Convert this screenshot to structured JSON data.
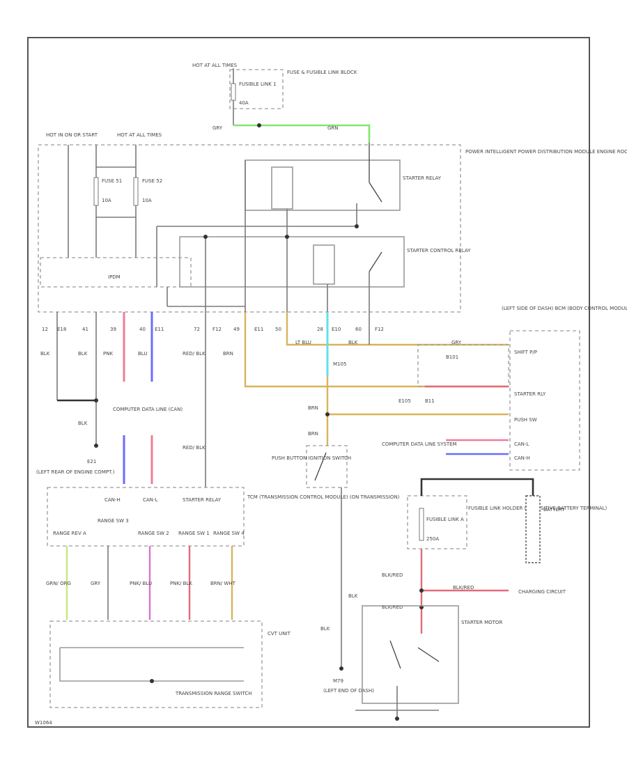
{
  "colors": {
    "grn": "#7ee86b",
    "pnk": "#f07b9a",
    "blu": "#6b6bff",
    "brn": "#d8b45a",
    "red": "#e26a7a",
    "lt_blu": "#62e0e8",
    "grn_org": "#c8e87a",
    "pnk_blu": "#d874d0",
    "blk": "#333333",
    "gry": "#aaaaaa"
  },
  "labels": {
    "hot_top": "HOT AT ALL TIMES",
    "fuse_block": "FUSE & FUSIBLE LINK BLOCK",
    "fusible_link1": "FUSIBLE LINK 1",
    "amp_40": "40A",
    "gry": "GRY",
    "grn": "GRN",
    "hot_run": "HOT IN ON OR START",
    "hot_all": "HOT AT ALL TIMES",
    "fuse51": "FUSE 51",
    "fuse52": "FUSE 52",
    "amp_10": "10A",
    "ipdm": "POWER INTELLIGENT POWER DISTRIBUTION MODULE ENGINE ROOM (IN ENGINE ROOM RELAY BOX)",
    "ipdm_short": "IPDM",
    "starter_relay": "STARTER RELAY",
    "starter_control_relay": "STARTER CONTROL RELAY",
    "c_e18": "E18",
    "c_41": "41",
    "c_39": "39",
    "c_40": "40",
    "c_e11": "E11",
    "c_72": "72",
    "c_f12": "F12",
    "c_49": "49",
    "c_e11b": "E11",
    "c_50": "50",
    "c_28": "28",
    "c_e10": "E10",
    "c_60": "60",
    "c_f12b": "F12",
    "c_12": "12",
    "blk": "BLK",
    "pnk": "PNK",
    "blu": "BLU",
    "red_blk": "RED/ BLK",
    "brn": "BRN",
    "lt_blu": "LT BLU",
    "comp_data1": "COMPUTER DATA LINE (CAN)",
    "e21": "E21",
    "e21_loc": "(LEFT REAR OF ENGINE COMPT.)",
    "left_side": "(LEFT SIDE OF DASH) BCM (BODY CONTROL MODULE)",
    "shift_p": "SHIFT P/P",
    "starter_rly": "STARTER RLY",
    "push_sw": "PUSH SW",
    "canl": "CAN-L",
    "canh": "CAN-H",
    "m105": "M105",
    "b101": "B101",
    "e105": "E105",
    "b11": "B11",
    "comp_data2": "COMPUTER DATA LINE SYSTEM",
    "push_btn": "PUSH BUTTON IGNITION SWITCH",
    "tcm": "TCM (TRANSMISSION CONTROL MODULE) (ON TRANSMISSION)",
    "tcm_canh": "CAN-H",
    "tcm_canl": "CAN-L",
    "tcm_starter": "STARTER RELAY",
    "range_rev": "RANGE REV A",
    "range_sw3": "RANGE SW 3",
    "range_sw2": "RANGE SW 2",
    "range_sw1": "RANGE SW 1",
    "range_sw4": "RANGE SW 4",
    "grn_org": "GRN/ ORG",
    "pnk_blu": "PNK/ BLU",
    "pnk_blk": "PNK/ BLK",
    "brn_wht": "BRN/ WHT",
    "cvt_unit": "CVT UNIT",
    "trans_range": "TRANSMISSION RANGE SWITCH",
    "fusible_holder": "FUSIBLE LINK HOLDER (AT POSITIVE BATTERY TERMINAL)",
    "fusible_link_a": "FUSIBLE LINK A",
    "amp_250": "250A",
    "battery": "BATTERY",
    "blk_red": "BLK/RED",
    "charging": "CHARGING CIRCUIT",
    "starter_motor": "STARTER MOTOR",
    "m79": "M79",
    "m79_loc": "(LEFT END OF DASH)",
    "footer": "W1064"
  }
}
